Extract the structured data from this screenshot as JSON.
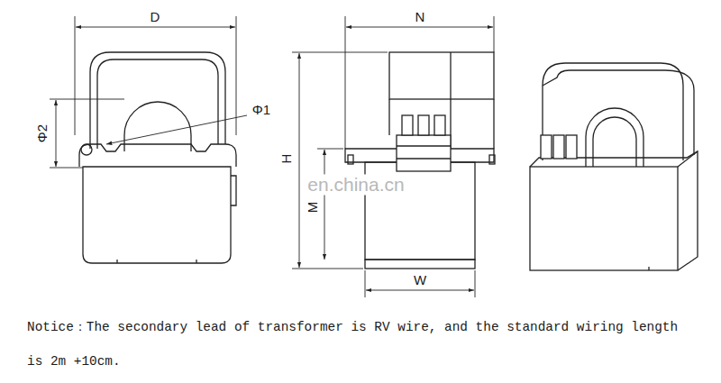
{
  "diagram": {
    "labels": [
      "D",
      "Φ2",
      "Φ1",
      "N",
      "H",
      "M",
      "W",
      "en.china.cn",
      "Notice：The secondary lead of transformer is RV wire, and the standard wiring length is 2m +10cm."
    ]
  }
}
